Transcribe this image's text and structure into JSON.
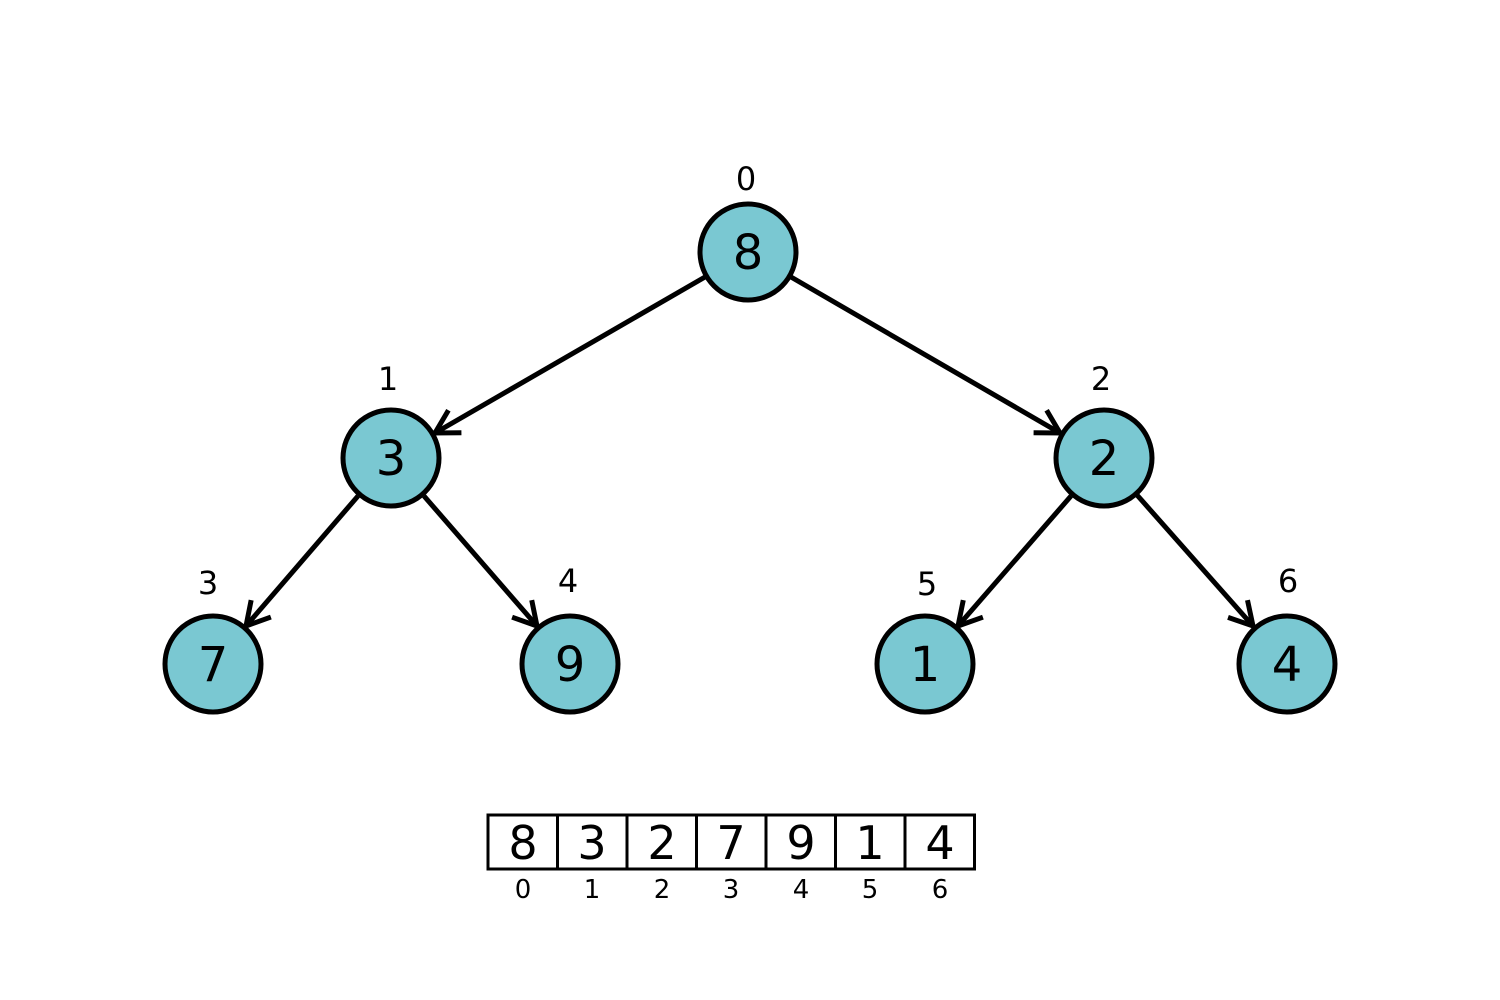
{
  "figure": {
    "background": "#ffffff"
  },
  "colors": {
    "node_fill": "#7AC8D2",
    "node_stroke": "#000000",
    "edge": "#000000",
    "text": "#000000",
    "array_cell_fill": "#ffffff",
    "array_cell_border": "#000000"
  },
  "tree": {
    "nodes": [
      {
        "value": "8",
        "index_label": "0"
      },
      {
        "value": "3",
        "index_label": "1"
      },
      {
        "value": "2",
        "index_label": "2"
      },
      {
        "value": "7",
        "index_label": "3"
      },
      {
        "value": "9",
        "index_label": "4"
      },
      {
        "value": "1",
        "index_label": "5"
      },
      {
        "value": "4",
        "index_label": "6"
      }
    ],
    "edges": [
      {
        "from": "0",
        "to": "1"
      },
      {
        "from": "0",
        "to": "2"
      },
      {
        "from": "1",
        "to": "3"
      },
      {
        "from": "1",
        "to": "4"
      },
      {
        "from": "2",
        "to": "5"
      },
      {
        "from": "2",
        "to": "6"
      }
    ]
  },
  "array": {
    "values": [
      "8",
      "3",
      "2",
      "7",
      "9",
      "1",
      "4"
    ],
    "indices": [
      "0",
      "1",
      "2",
      "3",
      "4",
      "5",
      "6"
    ]
  }
}
